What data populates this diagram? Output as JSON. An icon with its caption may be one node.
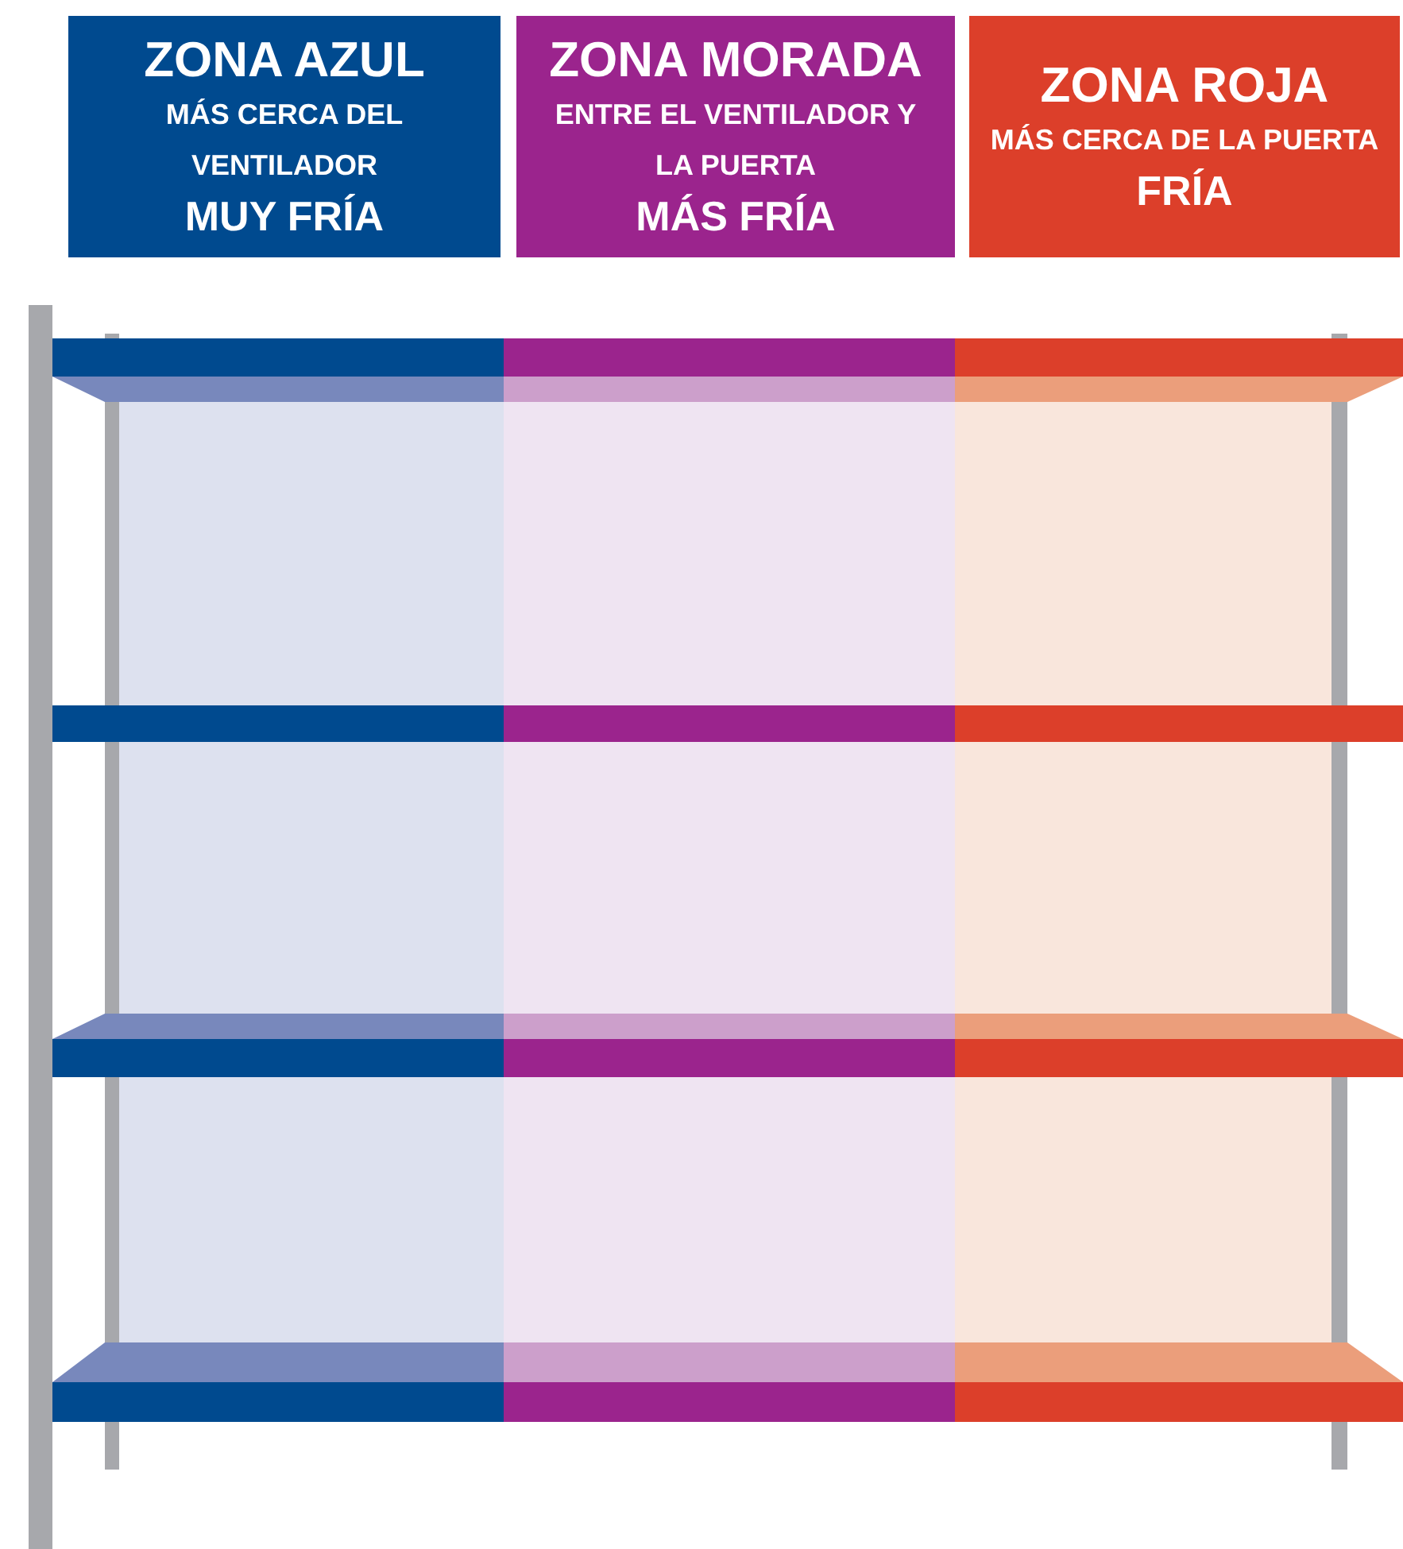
{
  "diagram": {
    "nodes": [
      {
        "text": [
          "ZONA AZUL",
          "MÁS CERCA DEL VENTILADOR",
          "MUY FRÍA"
        ]
      },
      {
        "text": [
          "ZONA MORADA",
          "ENTRE EL VENTILADOR Y LA PUERTA",
          "MÁS FRÍA"
        ]
      },
      {
        "text": [
          "ZONA ROJA",
          "MÁS CERCA DE LA PUERTA",
          "FRÍA"
        ]
      }
    ]
  }
}
